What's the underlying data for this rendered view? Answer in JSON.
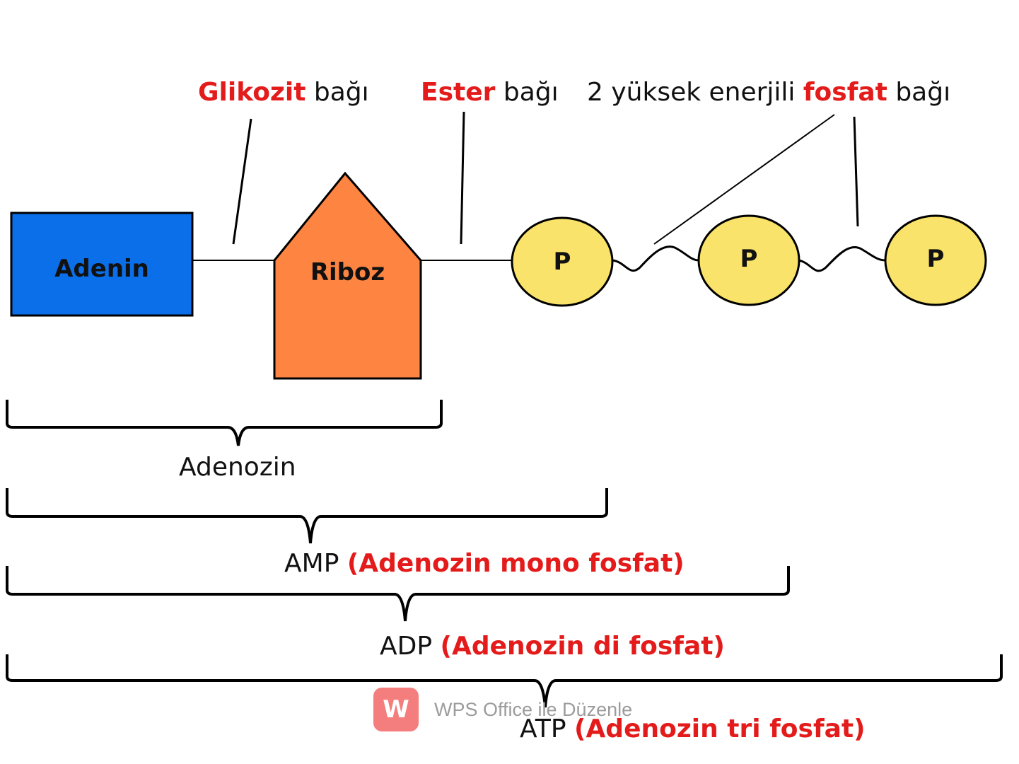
{
  "top_labels": {
    "glikozit": {
      "red": "Glikozit",
      "black": " bağı"
    },
    "ester": {
      "red": "Ester",
      "black": " bağı"
    },
    "fosfat": {
      "pre": "2 yüksek enerjili ",
      "red": "fosfat",
      "black": " bağı"
    }
  },
  "components": {
    "adenin": "Adenin",
    "riboz": "Riboz",
    "phosphates": [
      "P",
      "P",
      "P"
    ]
  },
  "braces": {
    "adenozin": {
      "black": "Adenozin",
      "red": ""
    },
    "amp": {
      "black": "AMP ",
      "red": "(Adenozin mono fosfat)"
    },
    "adp": {
      "black": "ADP ",
      "red": "(Adenozin di fosfat)"
    },
    "atp": {
      "black": "ATP ",
      "red": "(Adenozin tri fosfat)"
    }
  },
  "watermark": {
    "text": "WPS Office ile Düzenle",
    "logo": "W"
  },
  "colors": {
    "adenin": "#0a6fe8",
    "riboz": "#fd8441",
    "phosphate": "#f9e36a",
    "accent_red": "#e41b1b"
  }
}
